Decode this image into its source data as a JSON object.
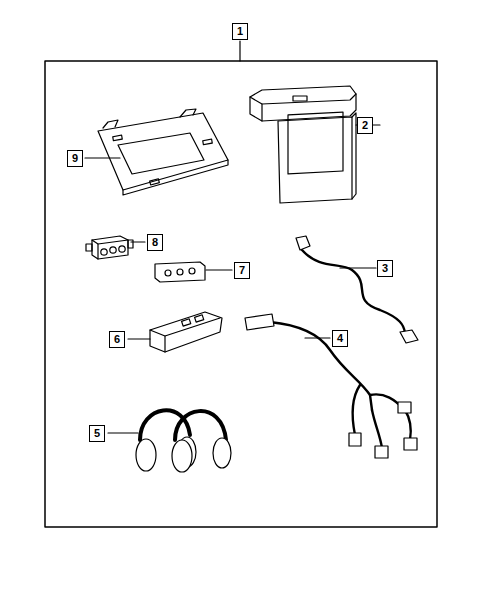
{
  "diagram": {
    "nodes": [
      {
        "text": [
          "1"
        ]
      },
      {
        "text": [
          "2"
        ]
      },
      {
        "text": [
          "9"
        ]
      },
      {
        "text": [
          "8"
        ]
      },
      {
        "text": [
          "3"
        ]
      },
      {
        "text": [
          "7"
        ]
      },
      {
        "text": [
          "4"
        ]
      },
      {
        "text": [
          "6"
        ]
      },
      {
        "text": [
          "5"
        ]
      }
    ]
  }
}
